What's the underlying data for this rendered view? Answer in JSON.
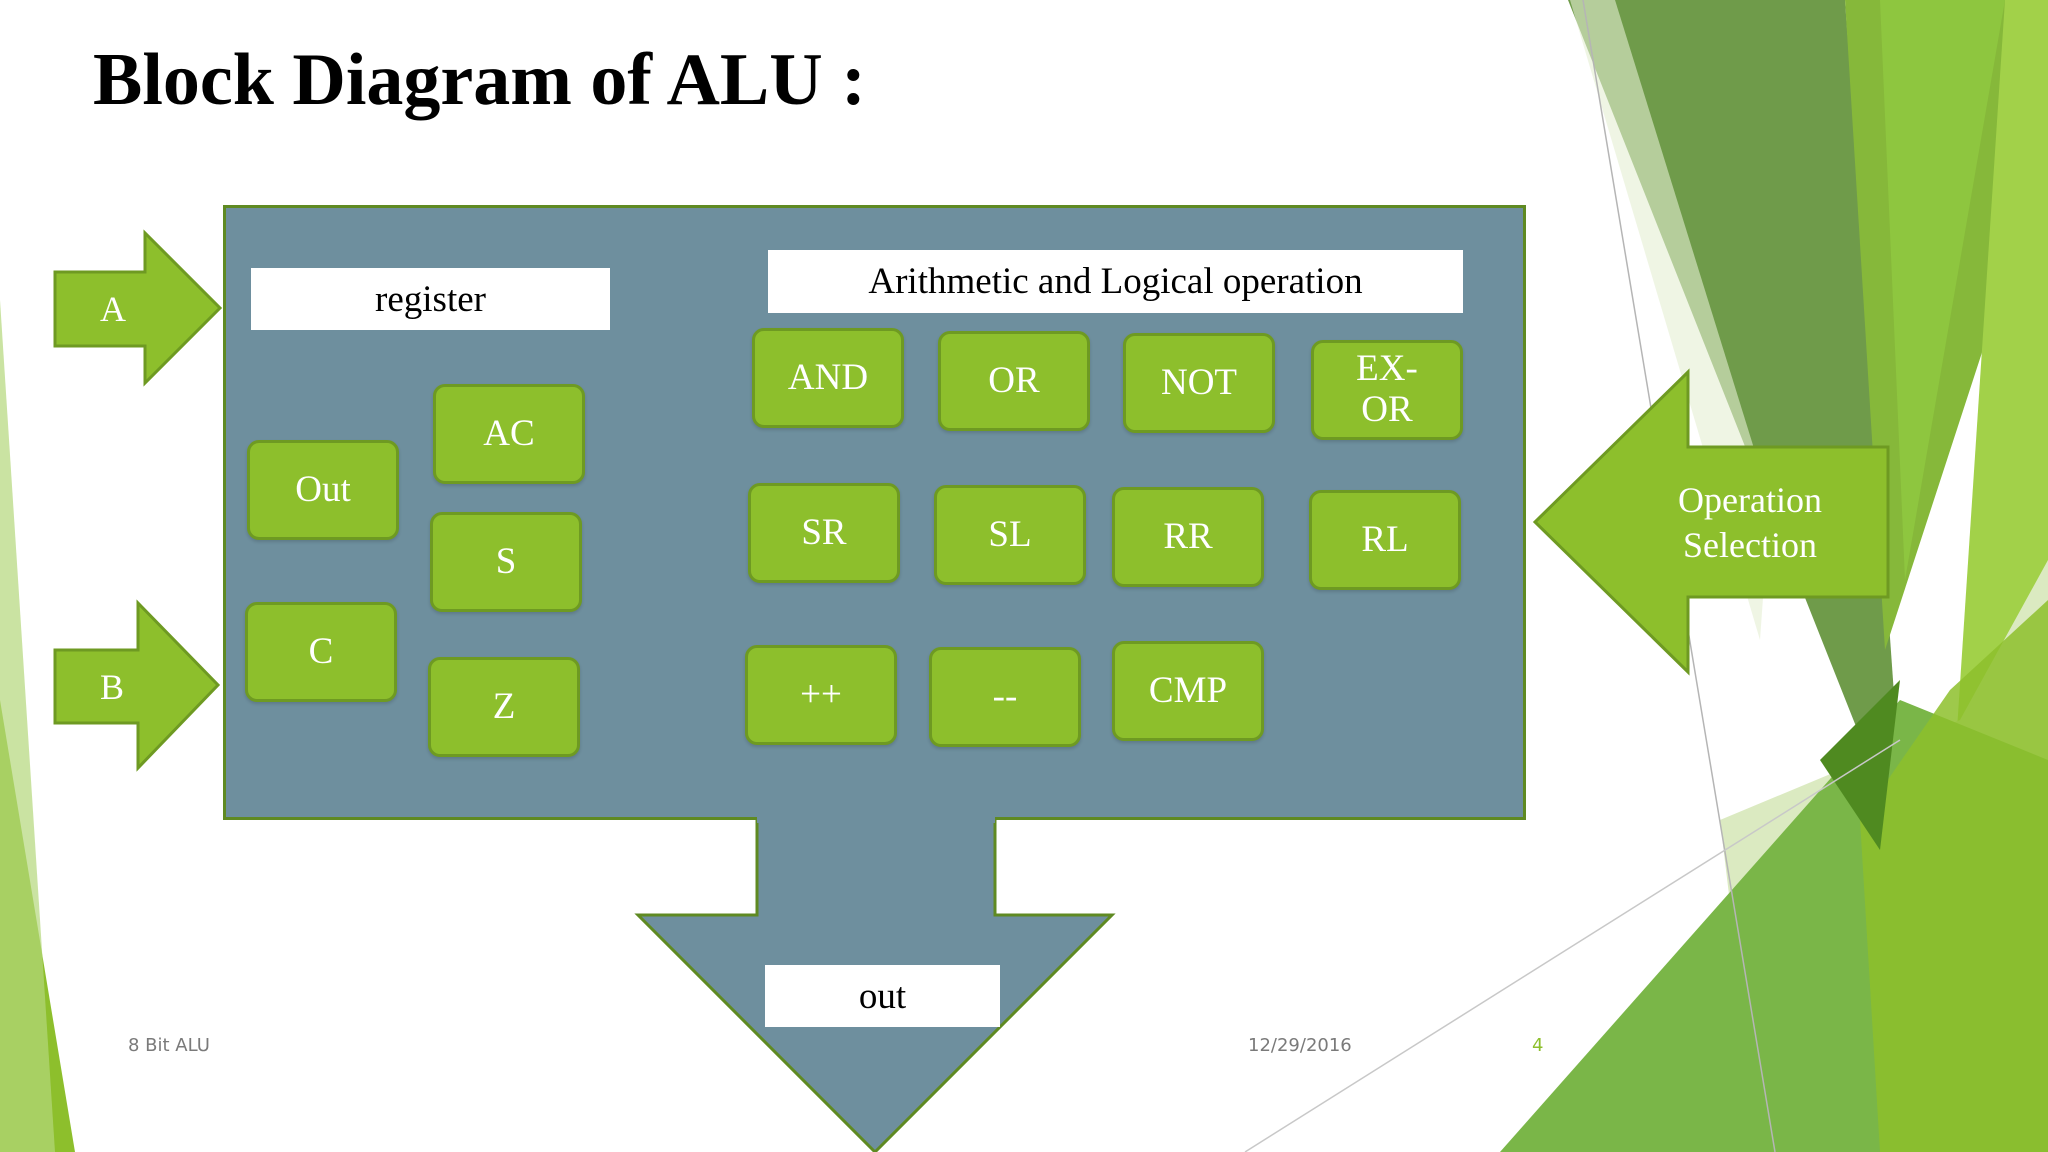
{
  "slide": {
    "title": "Block Diagram of ALU :",
    "footer_left": "8 Bit ALU",
    "footer_date": "12/29/2016",
    "page_number": "4"
  },
  "diagram": {
    "inputs": [
      {
        "id": "a",
        "label": "A"
      },
      {
        "id": "b",
        "label": "B"
      }
    ],
    "operation_selection": "Operation\nSelection",
    "output_label": "out",
    "register": {
      "title": "register",
      "items": [
        "AC",
        "Out",
        "S",
        "C",
        "Z"
      ]
    },
    "alu": {
      "title": "Arithmetic and Logical operation",
      "operations": [
        "AND",
        "OR",
        "NOT",
        "EX-\nOR",
        "SR",
        "SL",
        "RR",
        "RL",
        "++",
        "--",
        "CMP"
      ]
    }
  },
  "colors": {
    "panel": "#6e8f9e",
    "box_fill": "#8dbf2c",
    "box_border": "#6e9a22",
    "arrow_green": "#8dbf2c",
    "accent_green": "#6aa62e"
  }
}
